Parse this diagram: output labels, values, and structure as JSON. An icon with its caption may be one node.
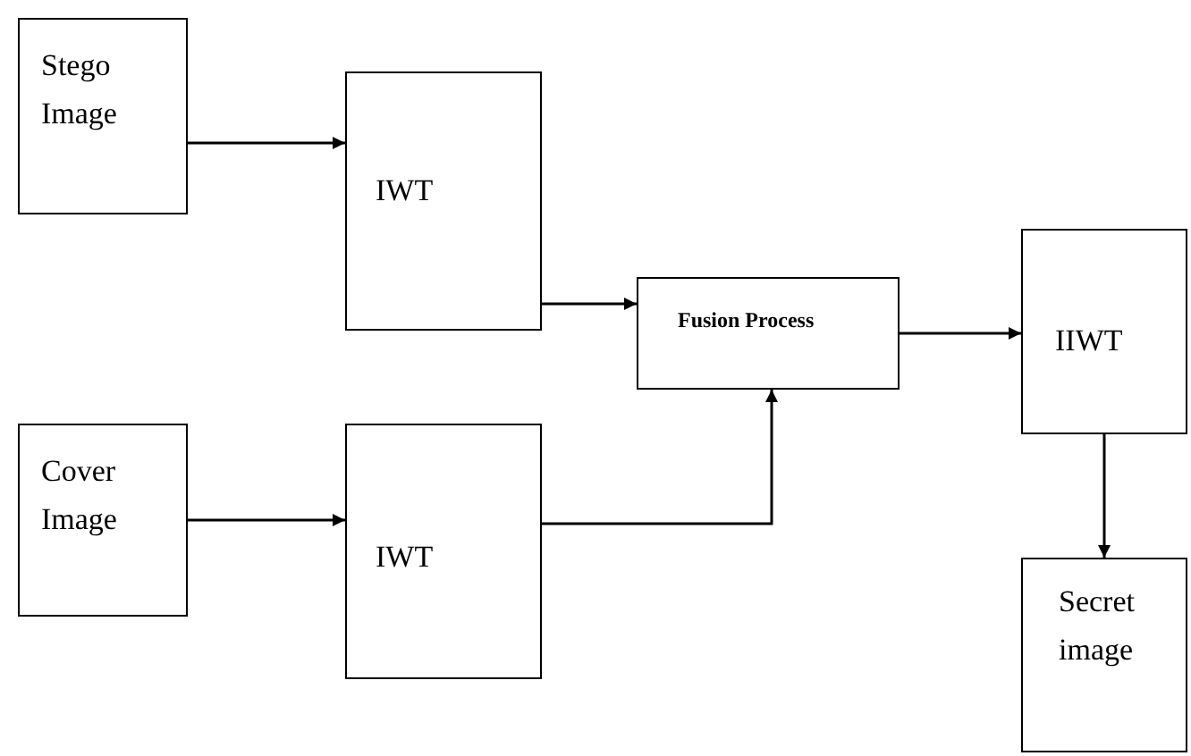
{
  "diagram": {
    "nodes": [
      {
        "text": [
          "Stego Image"
        ]
      },
      {
        "text": [
          "IWT"
        ]
      },
      {
        "text": [
          "Cover Image"
        ]
      },
      {
        "text": [
          "IWT"
        ]
      },
      {
        "text": [
          "Fusion Process"
        ]
      },
      {
        "text": [
          "IIWT"
        ]
      },
      {
        "text": [
          "Secret image"
        ]
      }
    ],
    "edges": [
      {
        "from": 0,
        "to": 1,
        "arrow": "to"
      },
      {
        "from": 2,
        "to": 3,
        "arrow": "to"
      },
      {
        "from": 1,
        "to": 4,
        "arrow": "to"
      },
      {
        "from": 3,
        "to": 4,
        "arrow": "to"
      },
      {
        "from": 4,
        "to": 5,
        "arrow": "to"
      },
      {
        "from": 5,
        "to": 6,
        "arrow": "to"
      }
    ]
  }
}
